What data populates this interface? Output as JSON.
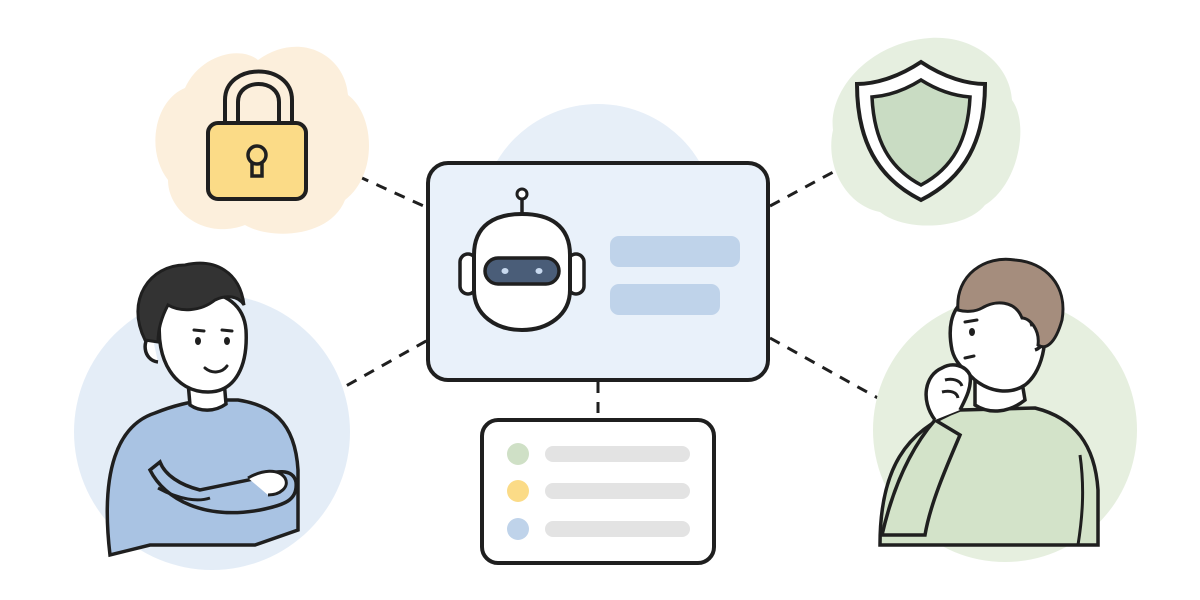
{
  "colors": {
    "background": "#ffffff",
    "outline": "#1f1f1f",
    "lock_blob": "#fcefdc",
    "lock_body": "#fbdb87",
    "shield_blob": "#e6efe0",
    "shield_fill": "#c9dcc3",
    "center_halo": "#e7eff8",
    "center_panel": "#e9f1fa",
    "text_bar": "#bfd3ea",
    "robot_visor": "#4a5d78",
    "robot_eye": "#c8d9ef",
    "person_left_blob": "#e4edf7",
    "person_left_shirt": "#a9c3e3",
    "person_right_blob": "#e6efdf",
    "person_right_shirt": "#d3e3c9",
    "person_right_hair": "#a58d7d",
    "person_left_hair": "#333333",
    "skin": "#ffffff",
    "list_card": "#ffffff",
    "list_bar": "#e3e3e3",
    "dot_green": "#cfe0c6",
    "dot_yellow": "#fbdb87",
    "dot_blue": "#bfd3ea"
  },
  "icons": {
    "lock": "padlock-icon",
    "shield": "shield-icon",
    "robot": "robot-icon"
  },
  "list_items": [
    {
      "dot": "green"
    },
    {
      "dot": "yellow"
    },
    {
      "dot": "blue"
    }
  ]
}
